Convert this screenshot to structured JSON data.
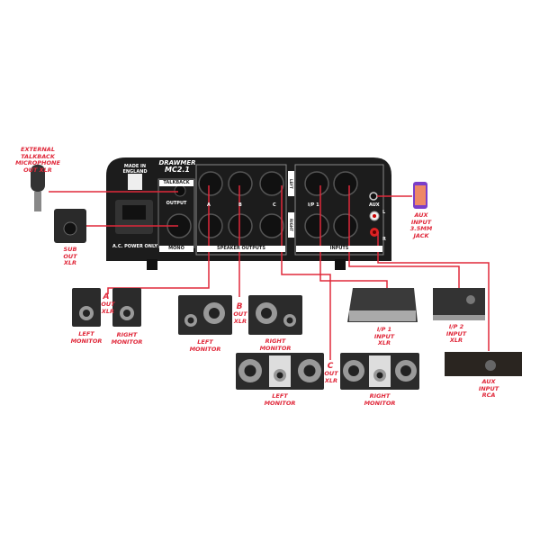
{
  "device": {
    "brand": "DRAWMER",
    "model": "MC2.1",
    "made_in": "MADE IN\nENGLAND",
    "talkback": "TALKBACK",
    "output": "OUTPUT",
    "power": "A.C. POWER ONLY",
    "mono": "MONO",
    "speaker_outputs": "SPEAKER OUTPUTS",
    "inputs": "INPUTS",
    "ip1": "I/P 1",
    "aux": "AUX",
    "a": "A",
    "b": "B",
    "c": "C",
    "l": "L",
    "r": "R",
    "left": "LEFT",
    "right": "RIGHT"
  },
  "labels": {
    "mic": "EXTERNAL\nTALKBACK MICROPHONE\nOUT XLR",
    "sub": "SUB\nOUT\nXLR",
    "aux_jack": "AUX\nINPUT\n3.5MM JACK",
    "a_letter": "A",
    "a_out": "OUT\nXLR",
    "b_letter": "B",
    "b_out": "OUT\nXLR",
    "c_letter": "C",
    "c_out": "OUT\nXLR",
    "a_left": "LEFT\nMONITOR",
    "a_right": "RIGHT\nMONITOR",
    "b_left": "LEFT\nMONITOR",
    "b_right": "RIGHT\nMONITOR",
    "c_left": "LEFT\nMONITOR",
    "c_right": "RIGHT\nMONITOR",
    "ip1": "I/P 1\nINPUT\nXLR",
    "ip2": "I/P 2\nINPUT\nXLR",
    "aux_rca": "AUX\nINPUT\nRCA"
  },
  "colors": {
    "cable": "#e0283a",
    "chassis": "#1c1c1c"
  }
}
